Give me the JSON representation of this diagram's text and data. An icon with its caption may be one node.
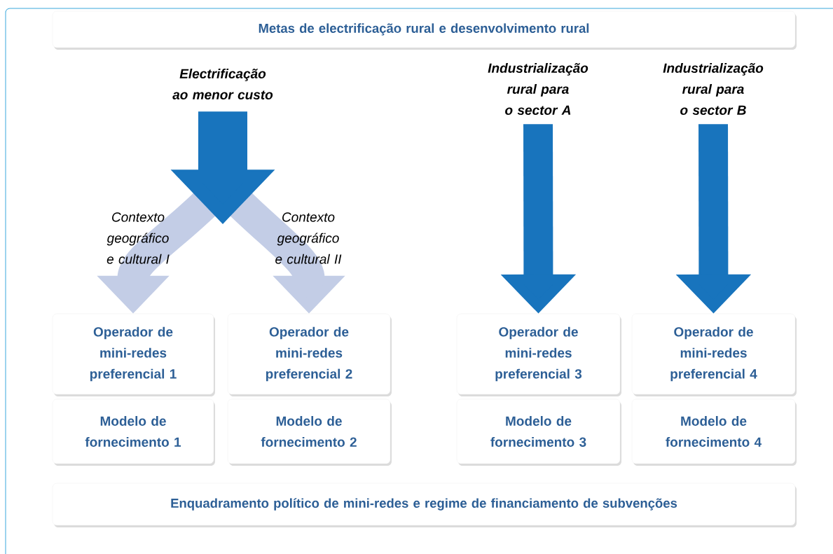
{
  "diagram": {
    "nodes": [
      {
        "text": [
          "Metas de electrificação rural e desenvolvimento rural"
        ]
      },
      {
        "text": [
          "Electrificação ao menor custo"
        ]
      },
      {
        "text": [
          "Industrialização rural para o sector A"
        ]
      },
      {
        "text": [
          "Industrialização rural para o sector B"
        ]
      },
      {
        "text": [
          "Operador de mini-redes preferencial 1"
        ]
      },
      {
        "text": [
          "Operador de mini-redes preferencial 2"
        ]
      },
      {
        "text": [
          "Operador de mini-redes preferencial 3"
        ]
      },
      {
        "text": [
          "Operador de mini-redes preferencial 4"
        ]
      },
      {
        "text": [
          "Modelo de fornecimento 1"
        ]
      },
      {
        "text": [
          "Modelo de fornecimento 2"
        ]
      },
      {
        "text": [
          "Modelo de fornecimento 3"
        ]
      },
      {
        "text": [
          "Modelo de fornecimento 4"
        ]
      },
      {
        "text": [
          "Enquadramento político de mini-redes e regime de financiamento de subvenções"
        ]
      }
    ],
    "edges": [
      {
        "from": 1,
        "to": 4,
        "arrow": "to",
        "label": "Contexto geográfico e cultural I"
      },
      {
        "from": 1,
        "to": 5,
        "arrow": "to",
        "label": "Contexto geográfico e cultural II"
      },
      {
        "from": 2,
        "to": 6,
        "arrow": "to",
        "color": "#1874bd"
      },
      {
        "from": 3,
        "to": 7,
        "arrow": "to",
        "color": "#1874bd"
      }
    ]
  }
}
